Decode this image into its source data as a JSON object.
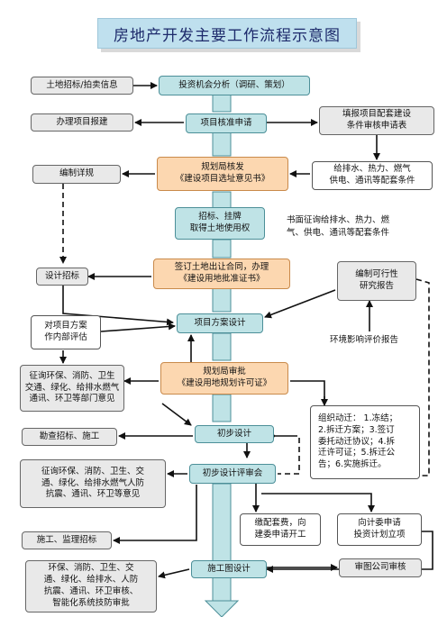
{
  "title": "房地产开发主要工作流程示意图",
  "nodes": {
    "land_bid": "土地招标/拍卖信息",
    "invest_analysis": "投资机会分析（调研、策划）",
    "project_filing": "办理项目报建",
    "project_approval": "项目核准申请",
    "fill_project_form": "填报项目配套建设\n条件审核申请表",
    "plan_detail": "编制详规",
    "planning_bureau_1": "规划局核发\n《建设项目选址意见书》",
    "utilities_1": "给排水、热力、燃气\n供电、通讯等配套条件",
    "land_tender": "招标、挂牌\n取得土地使用权",
    "written_opinion": "书面征询给排水、热力、燃\n气、供电、通讯等配套条件",
    "design_bid": "设计招标",
    "land_contract": "签订土地出让合同，办理\n《建设用地批准证书》",
    "feasibility": "编制可行性\n研究报告",
    "internal_eval": "对项目方案\n作内部评估",
    "scheme_design": "项目方案设计",
    "env_report": "环境影响评价报告",
    "consult_depts": "征询环保、消防、卫生\n交通、绿化、给排水燃气\n通讯、环卫等部门意见",
    "planning_bureau_2": "规划局审批\n《建设用地规划许可证》",
    "relocation": "组织动迁：  1.冻结；\n2.拆迁方案；3.签订\n委托动迁协议；4.拆\n迁许可证；5.拆迁公\n告；6.实施拆迁。",
    "survey_bid": "勘查招标、施工",
    "prelim_design": "初步设计",
    "prelim_review": "初步设计评审会",
    "consult_depts_2": "征询环保、消防、卫生、交\n通、绿化、给排水燃气人防\n抗震、通讯、环卫等意见",
    "supporting_fees": "缴配套费，向\n建委申请开工",
    "plan_commission": "向计委申请\n投资计划立项",
    "construction_bid": "施工、监理招标",
    "construction_drawing": "施工图设计",
    "review_company": "审图公司审核",
    "final_review": "环保、消防、卫生、交\n通、绿化、给排水、人防\n抗震、通讯、环卫审核、\n智能化系统技防审批"
  }
}
